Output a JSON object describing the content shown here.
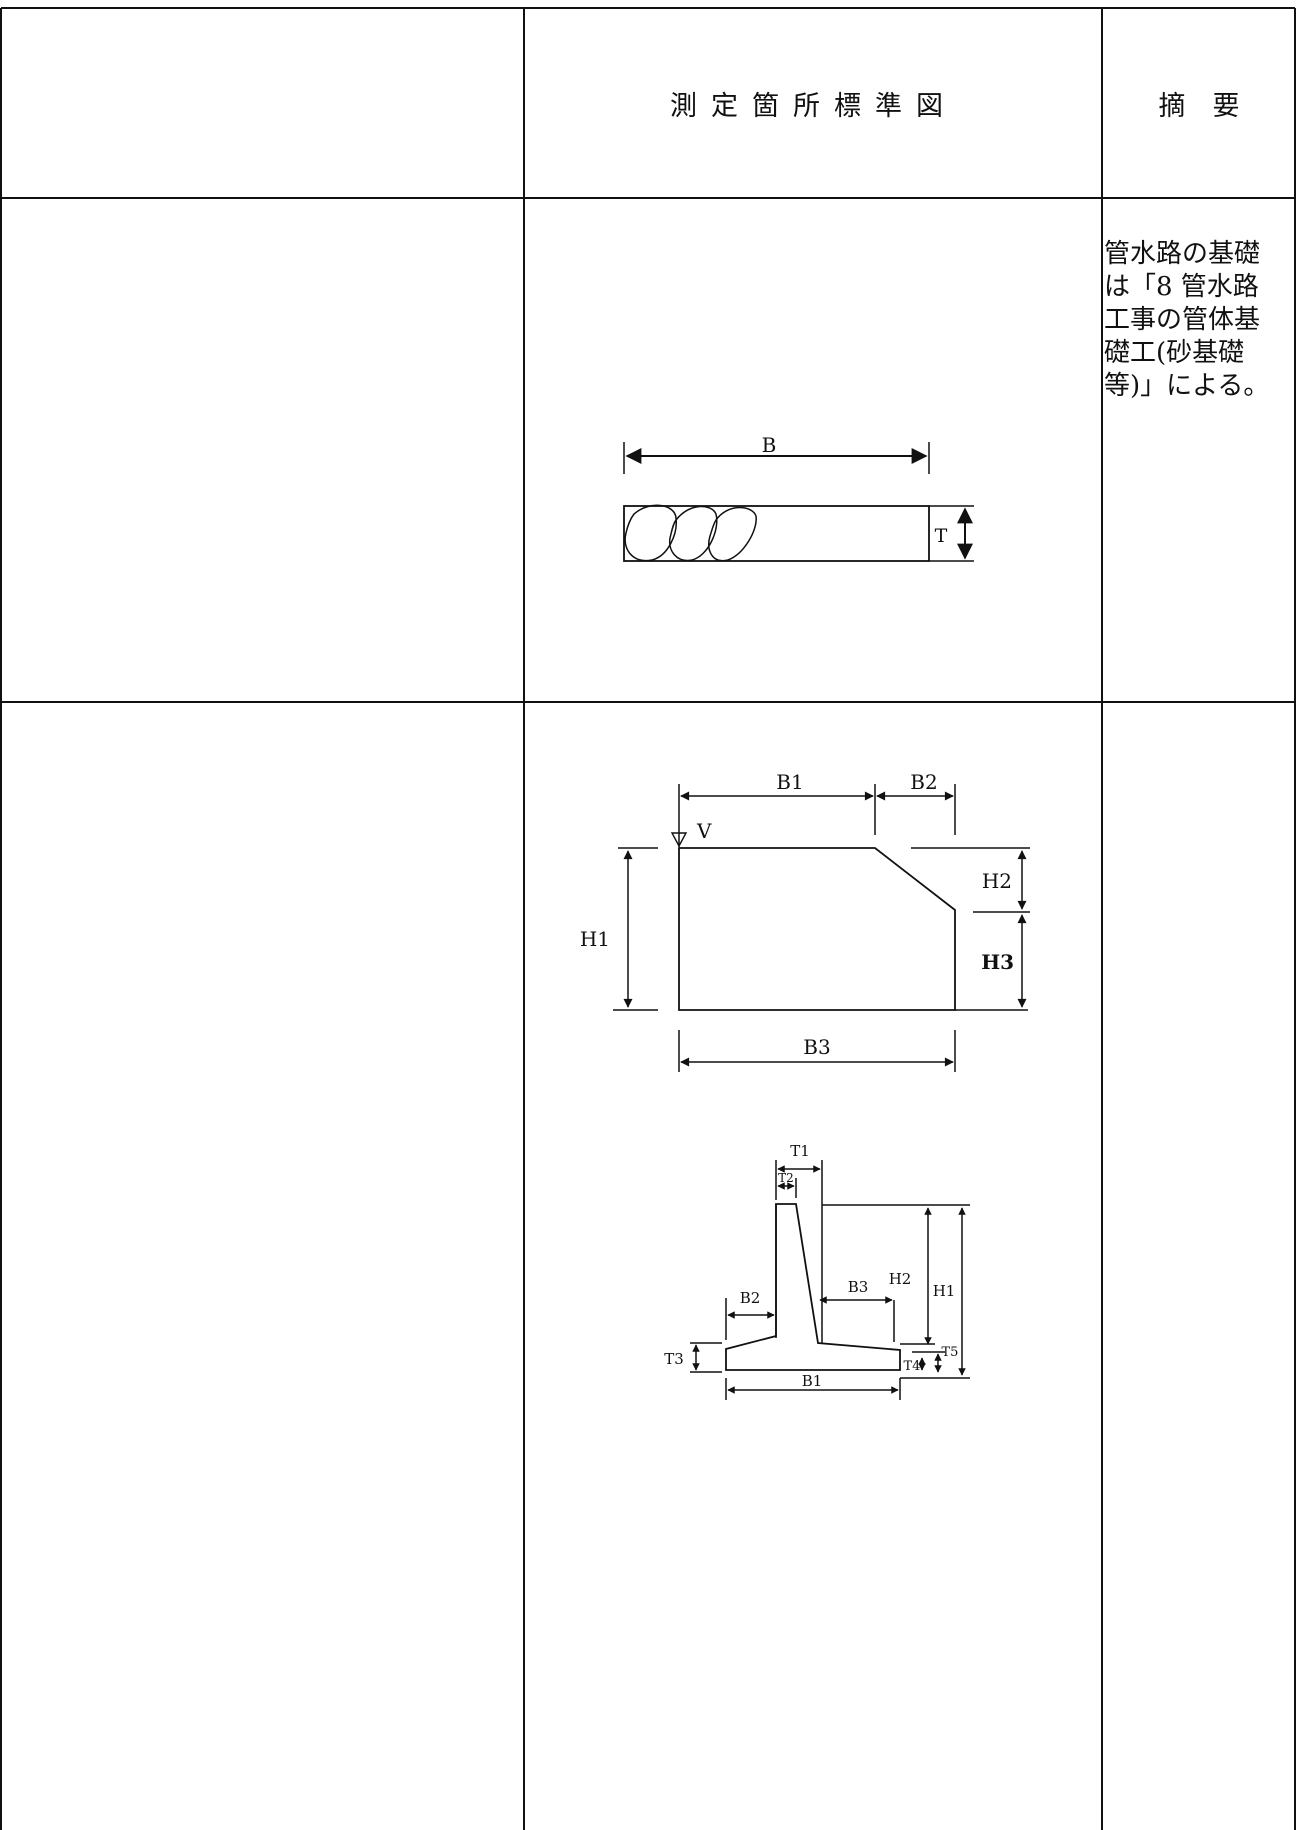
{
  "header": {
    "left": "",
    "center_title": "測定箇所標準図",
    "right_title": "摘　要"
  },
  "rows": [
    {
      "left": "",
      "remark": "管水路の基礎\nは「8 管水路\n工事の管体基\n礎工(砂基礎\n等)」による。",
      "figure": {
        "labels": {
          "width": "B",
          "thickness": "T"
        }
      }
    },
    {
      "left": "",
      "remark": "",
      "figure_top": {
        "labels": {
          "b1": "B1",
          "b2": "B2",
          "b3": "B3",
          "v": "V",
          "h1": "H1",
          "h2": "H2",
          "h3": "H3"
        }
      },
      "figure_bottom": {
        "labels": {
          "t1": "T1",
          "t2": "T2",
          "t3": "T3",
          "t4": "T4",
          "t5": "T5",
          "b1": "B1",
          "b2": "B2",
          "b3": "B3",
          "h1": "H1",
          "h2": "H2"
        }
      }
    }
  ]
}
